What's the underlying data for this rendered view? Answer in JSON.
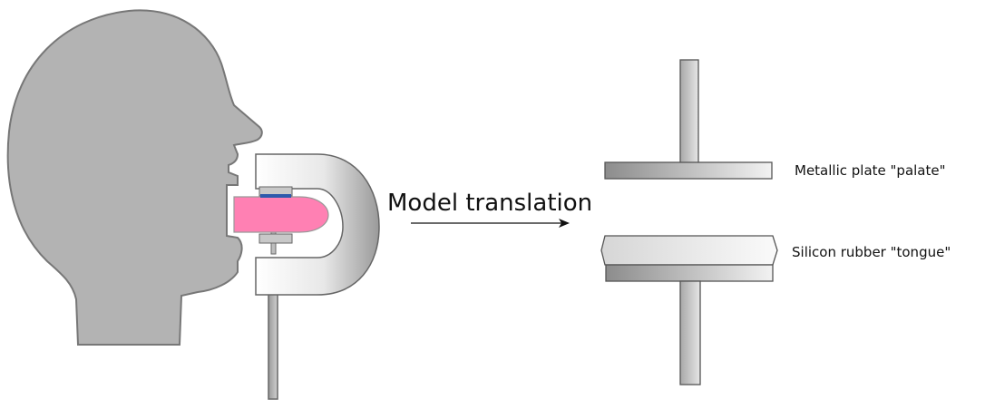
{
  "labels": {
    "arrow": "Model translation",
    "plate": "Metallic plate \"palate\"",
    "rubber": "Silicon rubber \"tongue\""
  },
  "colors": {
    "head": "#b3b3b3",
    "head_stroke": "#777777",
    "tongue": "#ff80b3",
    "blue_pad": "#2e5aac",
    "metal_light": "#f4f4f4",
    "metal_dark": "#8a8a8a"
  }
}
